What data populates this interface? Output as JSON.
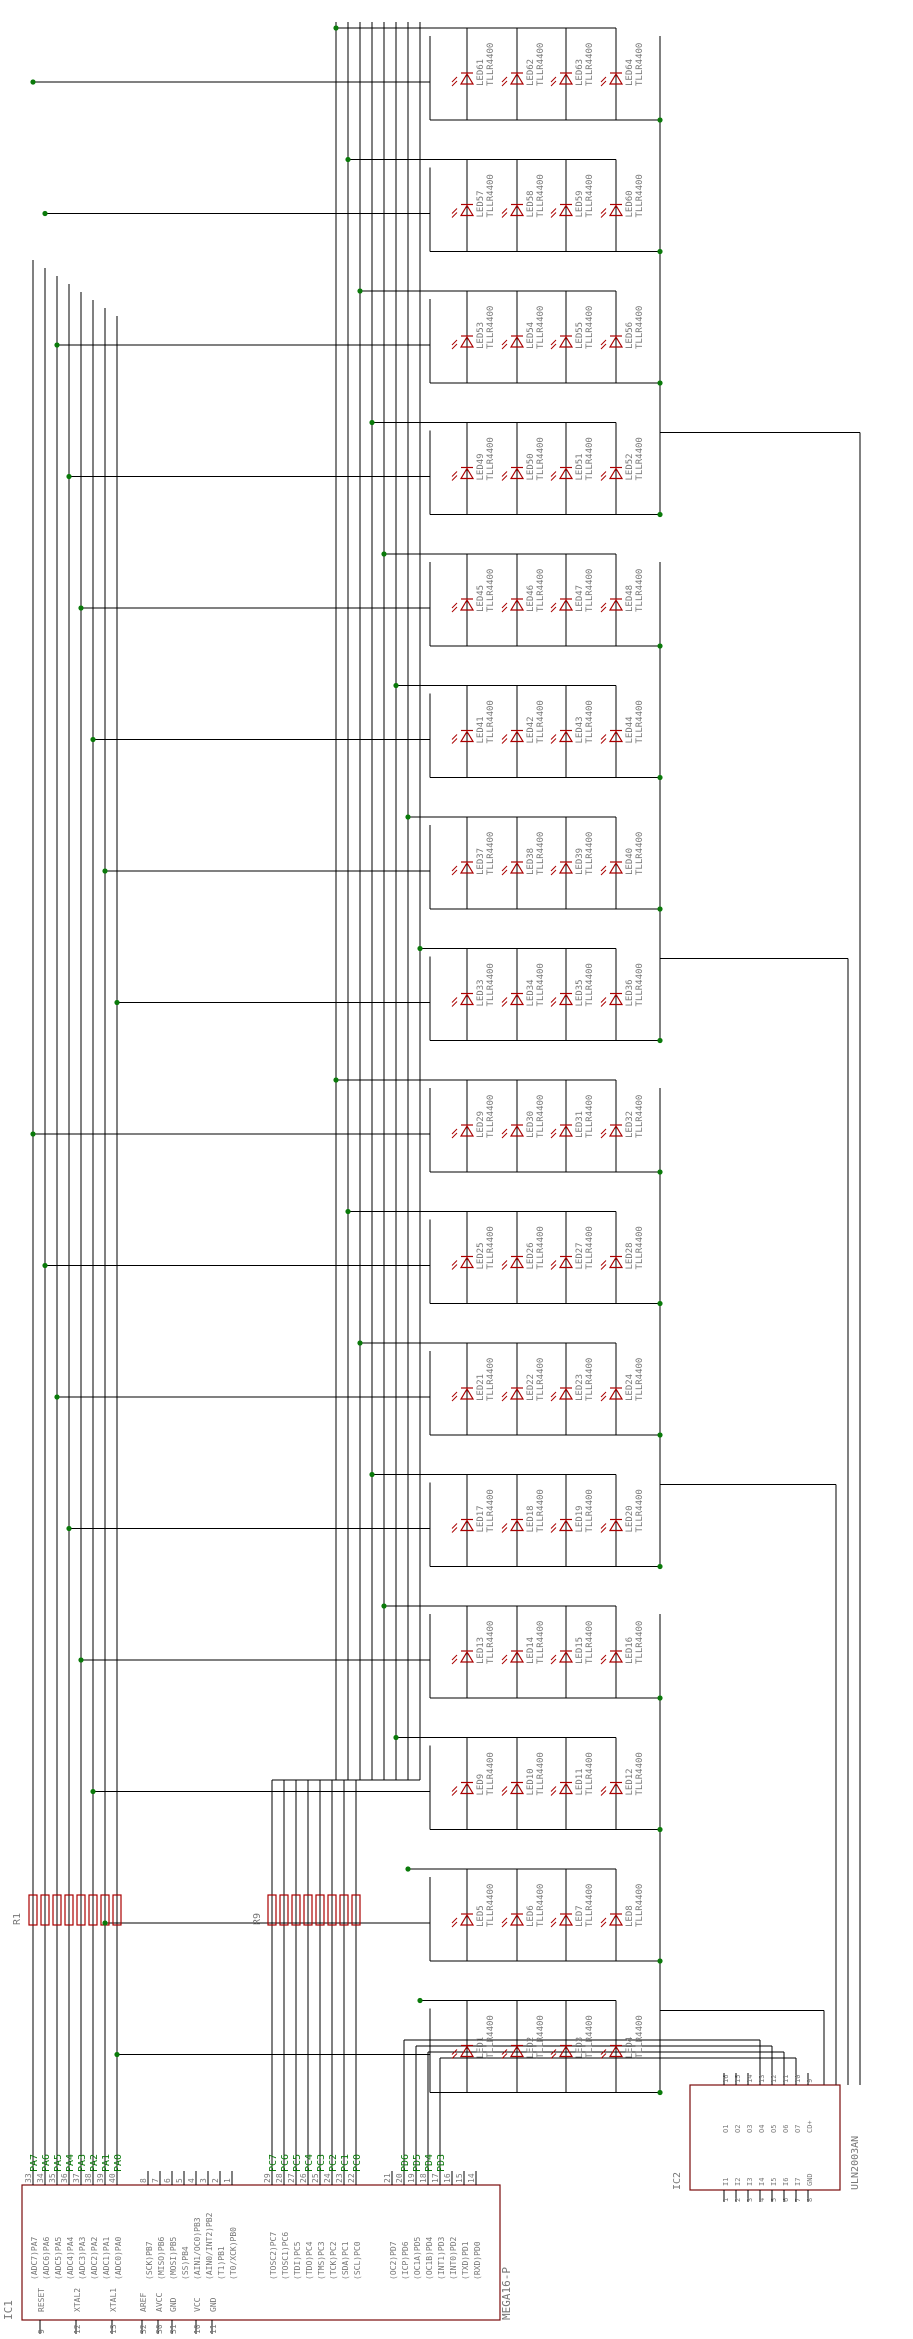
{
  "ic1": {
    "ref": "IC1",
    "part": "MEGA16-P",
    "pins_left": [
      {
        "num": "9",
        "name": "RESET"
      },
      {
        "num": "12",
        "name": "XTAL2"
      },
      {
        "num": "13",
        "name": "XTAL1"
      },
      {
        "num": "32",
        "name": "AREF"
      },
      {
        "num": "30",
        "name": "AVCC"
      },
      {
        "num": "31",
        "name": "GND"
      },
      {
        "num": "10",
        "name": "VCC"
      },
      {
        "num": "11",
        "name": "GND"
      }
    ],
    "pins_pa": [
      {
        "num": "33",
        "name": "(ADC7)PA7"
      },
      {
        "num": "34",
        "name": "(ADC6)PA6"
      },
      {
        "num": "35",
        "name": "(ADC5)PA5"
      },
      {
        "num": "36",
        "name": "(ADC4)PA4"
      },
      {
        "num": "37",
        "name": "(ADC3)PA3"
      },
      {
        "num": "38",
        "name": "(ADC2)PA2"
      },
      {
        "num": "39",
        "name": "(ADC1)PA1"
      },
      {
        "num": "40",
        "name": "(ADC0)PA0"
      }
    ],
    "pins_pb": [
      {
        "num": "8",
        "name": "(SCK)PB7"
      },
      {
        "num": "7",
        "name": "(MISO)PB6"
      },
      {
        "num": "6",
        "name": "(MOSI)PB5"
      },
      {
        "num": "5",
        "name": "(SS)PB4"
      },
      {
        "num": "4",
        "name": "(AIN1/OC0)PB3"
      },
      {
        "num": "3",
        "name": "(AIN0/INT2)PB2"
      },
      {
        "num": "2",
        "name": "(T1)PB1"
      },
      {
        "num": "1",
        "name": "(T0/XCK)PB0"
      }
    ],
    "pins_pc": [
      {
        "num": "29",
        "name": "(TOSC2)PC7"
      },
      {
        "num": "28",
        "name": "(TOSC1)PC6"
      },
      {
        "num": "27",
        "name": "(TDI)PC5"
      },
      {
        "num": "26",
        "name": "(TDO)PC4"
      },
      {
        "num": "25",
        "name": "(TMS)PC3"
      },
      {
        "num": "24",
        "name": "(TCK)PC2"
      },
      {
        "num": "23",
        "name": "(SDA)PC1"
      },
      {
        "num": "22",
        "name": "(SCL)PC0"
      }
    ],
    "pins_pd": [
      {
        "num": "21",
        "name": "(OC2)PD7"
      },
      {
        "num": "20",
        "name": "(ICP)PD6"
      },
      {
        "num": "19",
        "name": "(OC1A)PD5"
      },
      {
        "num": "18",
        "name": "(OC1B)PD4"
      },
      {
        "num": "17",
        "name": "(INT1)PD3"
      },
      {
        "num": "16",
        "name": "(INT0)PD2"
      },
      {
        "num": "15",
        "name": "(TXD)PD1"
      },
      {
        "num": "14",
        "name": "(RXD)PD0"
      }
    ]
  },
  "net_labels_pa": [
    "PA7",
    "PA6",
    "PA5",
    "PA4",
    "PA3",
    "PA2",
    "PA1",
    "PA0"
  ],
  "net_labels_pc": [
    "PC7",
    "PC6",
    "PC5",
    "PC4",
    "PC3",
    "PC2",
    "PC1",
    "PC0"
  ],
  "net_labels_pd": [
    "PD6",
    "PD5",
    "PD4",
    "PD3"
  ],
  "r1": {
    "ref": "R1"
  },
  "r9": {
    "ref": "R9"
  },
  "ic2": {
    "ref": "IC2",
    "part": "ULN2003AN",
    "inputs": [
      {
        "num": "1",
        "name": "I1"
      },
      {
        "num": "2",
        "name": "I2"
      },
      {
        "num": "3",
        "name": "I3"
      },
      {
        "num": "4",
        "name": "I4"
      },
      {
        "num": "5",
        "name": "I5"
      },
      {
        "num": "6",
        "name": "I6"
      },
      {
        "num": "7",
        "name": "I7"
      },
      {
        "num": "8",
        "name": "GND"
      }
    ],
    "outputs": [
      {
        "num": "16",
        "name": "O1"
      },
      {
        "num": "15",
        "name": "O2"
      },
      {
        "num": "14",
        "name": "O3"
      },
      {
        "num": "13",
        "name": "O4"
      },
      {
        "num": "12",
        "name": "O5"
      },
      {
        "num": "11",
        "name": "O6"
      },
      {
        "num": "10",
        "name": "O7"
      },
      {
        "num": "9",
        "name": "CD+"
      }
    ]
  },
  "leds": [
    {
      "ref": "LED1",
      "part": "TLLR4400"
    },
    {
      "ref": "LED2",
      "part": "TLLR4400"
    },
    {
      "ref": "LED3",
      "part": "TLLR4400"
    },
    {
      "ref": "LED4",
      "part": "TLLR4400"
    },
    {
      "ref": "LED5",
      "part": "TLLR4400"
    },
    {
      "ref": "LED6",
      "part": "TLLR4400"
    },
    {
      "ref": "LED7",
      "part": "TLLR4400"
    },
    {
      "ref": "LED8",
      "part": "TLLR4400"
    },
    {
      "ref": "LED9",
      "part": "TLLR4400"
    },
    {
      "ref": "LED10",
      "part": "TLLR4400"
    },
    {
      "ref": "LED11",
      "part": "TLLR4400"
    },
    {
      "ref": "LED12",
      "part": "TLLR4400"
    },
    {
      "ref": "LED13",
      "part": "TLLR4400"
    },
    {
      "ref": "LED14",
      "part": "TLLR4400"
    },
    {
      "ref": "LED15",
      "part": "TLLR4400"
    },
    {
      "ref": "LED16",
      "part": "TLLR4400"
    },
    {
      "ref": "LED17",
      "part": "TLLR4400"
    },
    {
      "ref": "LED18",
      "part": "TLLR4400"
    },
    {
      "ref": "LED19",
      "part": "TLLR4400"
    },
    {
      "ref": "LED20",
      "part": "TLLR4400"
    },
    {
      "ref": "LED21",
      "part": "TLLR4400"
    },
    {
      "ref": "LED22",
      "part": "TLLR4400"
    },
    {
      "ref": "LED23",
      "part": "TLLR4400"
    },
    {
      "ref": "LED24",
      "part": "TLLR4400"
    },
    {
      "ref": "LED25",
      "part": "TLLR4400"
    },
    {
      "ref": "LED26",
      "part": "TLLR4400"
    },
    {
      "ref": "LED27",
      "part": "TLLR4400"
    },
    {
      "ref": "LED28",
      "part": "TLLR4400"
    },
    {
      "ref": "LED29",
      "part": "TLLR4400"
    },
    {
      "ref": "LED30",
      "part": "TLLR4400"
    },
    {
      "ref": "LED31",
      "part": "TLLR4400"
    },
    {
      "ref": "LED32",
      "part": "TLLR4400"
    },
    {
      "ref": "LED33",
      "part": "TLLR4400"
    },
    {
      "ref": "LED34",
      "part": "TLLR4400"
    },
    {
      "ref": "LED35",
      "part": "TLLR4400"
    },
    {
      "ref": "LED36",
      "part": "TLLR4400"
    },
    {
      "ref": "LED37",
      "part": "TLLR4400"
    },
    {
      "ref": "LED38",
      "part": "TLLR4400"
    },
    {
      "ref": "LED39",
      "part": "TLLR4400"
    },
    {
      "ref": "LED40",
      "part": "TLLR4400"
    },
    {
      "ref": "LED41",
      "part": "TLLR4400"
    },
    {
      "ref": "LED42",
      "part": "TLLR4400"
    },
    {
      "ref": "LED43",
      "part": "TLLR4400"
    },
    {
      "ref": "LED44",
      "part": "TLLR4400"
    },
    {
      "ref": "LED45",
      "part": "TLLR4400"
    },
    {
      "ref": "LED46",
      "part": "TLLR4400"
    },
    {
      "ref": "LED47",
      "part": "TLLR4400"
    },
    {
      "ref": "LED48",
      "part": "TLLR4400"
    },
    {
      "ref": "LED49",
      "part": "TLLR4400"
    },
    {
      "ref": "LED50",
      "part": "TLLR4400"
    },
    {
      "ref": "LED51",
      "part": "TLLR4400"
    },
    {
      "ref": "LED52",
      "part": "TLLR4400"
    },
    {
      "ref": "LED53",
      "part": "TLLR4400"
    },
    {
      "ref": "LED54",
      "part": "TLLR4400"
    },
    {
      "ref": "LED55",
      "part": "TLLR4400"
    },
    {
      "ref": "LED56",
      "part": "TLLR4400"
    },
    {
      "ref": "LED57",
      "part": "TLLR4400"
    },
    {
      "ref": "LED58",
      "part": "TLLR4400"
    },
    {
      "ref": "LED59",
      "part": "TLLR4400"
    },
    {
      "ref": "LED60",
      "part": "TLLR4400"
    },
    {
      "ref": "LED61",
      "part": "TLLR4400"
    },
    {
      "ref": "LED62",
      "part": "TLLR4400"
    },
    {
      "ref": "LED63",
      "part": "TLLR4400"
    },
    {
      "ref": "LED64",
      "part": "TLLR4400"
    }
  ],
  "colors": {
    "wire": "#000000",
    "net": "#0a7a0a",
    "junction": "#0a7a0a",
    "body": "#7a0a0a",
    "text": "#777777",
    "resistor": "#aa0000",
    "led": "#aa0000"
  }
}
